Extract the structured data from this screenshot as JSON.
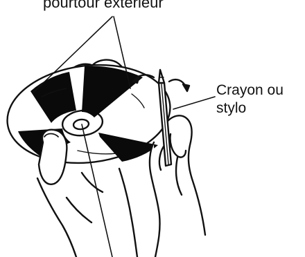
{
  "labels": {
    "outer_edge": "pourtour extérieur",
    "pencil_line1": "Crayon ou",
    "pencil_line2": "stylo"
  },
  "colors": {
    "ink": "#111111",
    "background": "#ffffff"
  }
}
